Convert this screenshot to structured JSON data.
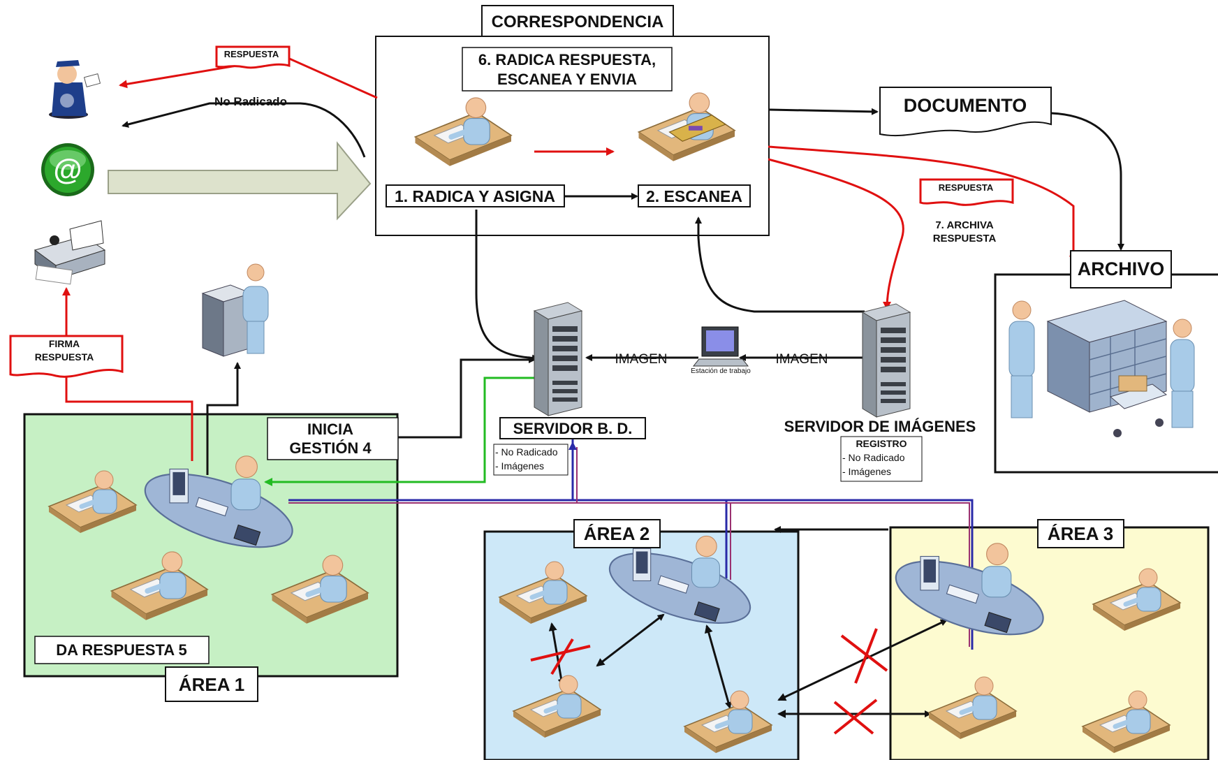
{
  "labels": {
    "correspondencia": "CORRESPONDENCIA",
    "radica_respuesta_l1": "6. RADICA RESPUESTA,",
    "radica_respuesta_l2": "ESCANEA Y ENVIA",
    "radica_asigna": "1. RADICA Y ASIGNA",
    "escanea": "2. ESCANEA",
    "documento": "DOCUMENTO",
    "archivo": "ARCHIVO",
    "respuesta_top": "RESPUESTA",
    "respuesta_right": "RESPUESTA",
    "no_radicado": "No Radicado",
    "archiva_respuesta_l1": "7. ARCHIVA",
    "archiva_respuesta_l2": "RESPUESTA",
    "firma_respuesta_l1": "FIRMA",
    "firma_respuesta_l2": "RESPUESTA",
    "inicia_gestion_l1": "INICIA",
    "inicia_gestion_l2": "GESTIÓN 4",
    "servidor_bd": "SERVIDOR B. D.",
    "bd_item1": "- No Radicado",
    "bd_item2": "- Imágenes",
    "imagen_left": "IMAGEN",
    "imagen_right": "IMAGEN",
    "estacion_trabajo": "Estación de trabajo",
    "servidor_imagenes": "SERVIDOR DE IMÁGENES",
    "registro": "REGISTRO",
    "reg_item1": "- No Radicado",
    "reg_item2": "- Imágenes",
    "da_respuesta": "DA RESPUESTA 5",
    "area1": "ÁREA 1",
    "area2": "ÁREA 2",
    "area3": "ÁREA 3",
    "email_symbol": "@"
  },
  "colors": {
    "area1_fill": "#c6f0c4",
    "area2_fill": "#cde8f8",
    "area3_fill": "#fdfbd0",
    "flow_red": "#e01010",
    "flow_black": "#111111",
    "flow_green": "#22bb22",
    "flow_blue": "#2a2aa8",
    "big_arrow": "#dde2cc"
  },
  "icons": [
    "postman-icon",
    "email-icon",
    "fax-printer-icon",
    "copier-person-icon",
    "desk-person-icon",
    "workstation-desk-icon",
    "server-icon",
    "workstation-icon",
    "archive-shelves-icon",
    "reject-cross-icon"
  ]
}
